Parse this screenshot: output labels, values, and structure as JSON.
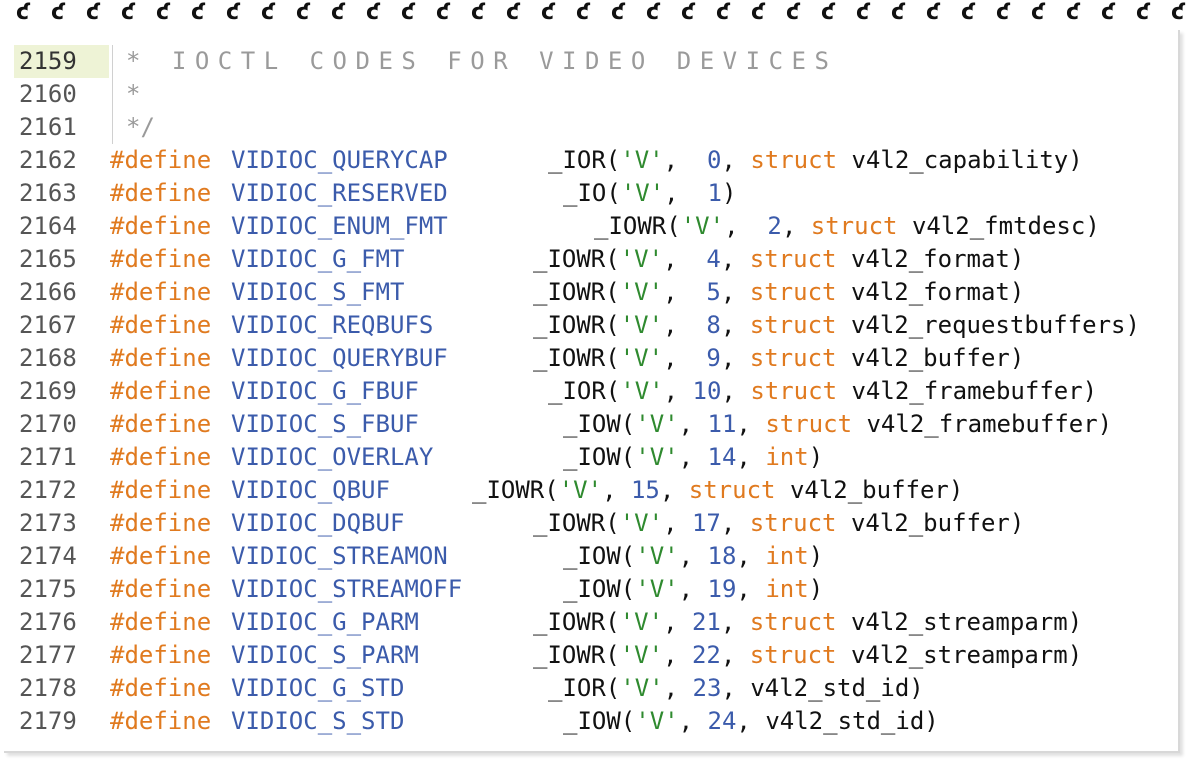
{
  "editor": {
    "active_line": "2159",
    "comment_lines": [
      {
        "ln": "2159",
        "text": "* IOCTL CODES FOR VIDEO DEVICES"
      },
      {
        "ln": "2160",
        "text": "*"
      },
      {
        "ln": "2161",
        "text": "*/"
      }
    ],
    "define_lines": [
      {
        "ln": "2162",
        "kw": "#define",
        "name": "VIDIOC_QUERYCAP",
        "macro": "_IOR",
        "str": "'V'",
        "num": " 0",
        "struct": "struct",
        "type": "v4l2_capability",
        "tail": ")"
      },
      {
        "ln": "2163",
        "kw": "#define",
        "name": "VIDIOC_RESERVED",
        "macro": "_IO",
        "str": "'V'",
        "num": " 1",
        "struct": "",
        "type": "",
        "tail": ")"
      },
      {
        "ln": "2164",
        "kw": "#define",
        "name": "VIDIOC_ENUM_FMT",
        "macro": "_IOWR",
        "str": "'V'",
        "num": " 2",
        "struct": "struct",
        "type": "v4l2_fmtdesc",
        "tail": ")"
      },
      {
        "ln": "2165",
        "kw": "#define",
        "name": "VIDIOC_G_FMT",
        "macro": "_IOWR",
        "str": "'V'",
        "num": " 4",
        "struct": "struct",
        "type": "v4l2_format",
        "tail": ")"
      },
      {
        "ln": "2166",
        "kw": "#define",
        "name": "VIDIOC_S_FMT",
        "macro": "_IOWR",
        "str": "'V'",
        "num": " 5",
        "struct": "struct",
        "type": "v4l2_format",
        "tail": ")"
      },
      {
        "ln": "2167",
        "kw": "#define",
        "name": "VIDIOC_REQBUFS",
        "macro": "_IOWR",
        "str": "'V'",
        "num": " 8",
        "struct": "struct",
        "type": "v4l2_requestbuffers",
        "tail": ")"
      },
      {
        "ln": "2168",
        "kw": "#define",
        "name": "VIDIOC_QUERYBUF",
        "macro": "_IOWR",
        "str": "'V'",
        "num": " 9",
        "struct": "struct",
        "type": "v4l2_buffer",
        "tail": ")"
      },
      {
        "ln": "2169",
        "kw": "#define",
        "name": "VIDIOC_G_FBUF",
        "macro": "_IOR",
        "str": "'V'",
        "num": "10",
        "struct": "struct",
        "type": "v4l2_framebuffer",
        "tail": ")"
      },
      {
        "ln": "2170",
        "kw": "#define",
        "name": "VIDIOC_S_FBUF",
        "macro": "_IOW",
        "str": "'V'",
        "num": "11",
        "struct": "struct",
        "type": "v4l2_framebuffer",
        "tail": ")"
      },
      {
        "ln": "2171",
        "kw": "#define",
        "name": "VIDIOC_OVERLAY",
        "macro": "_IOW",
        "str": "'V'",
        "num": "14",
        "struct": "int",
        "type": "",
        "tail": ")"
      },
      {
        "ln": "2172",
        "kw": "#define",
        "name": "VIDIOC_QBUF",
        "macro": "_IOWR",
        "str": "'V'",
        "num": "15",
        "struct": "struct",
        "type": "v4l2_buffer",
        "tail": ")"
      },
      {
        "ln": "2173",
        "kw": "#define",
        "name": "VIDIOC_DQBUF",
        "macro": "_IOWR",
        "str": "'V'",
        "num": "17",
        "struct": "struct",
        "type": "v4l2_buffer",
        "tail": ")"
      },
      {
        "ln": "2174",
        "kw": "#define",
        "name": "VIDIOC_STREAMON",
        "macro": "_IOW",
        "str": "'V'",
        "num": "18",
        "struct": "int",
        "type": "",
        "tail": ")"
      },
      {
        "ln": "2175",
        "kw": "#define",
        "name": "VIDIOC_STREAMOFF",
        "macro": "_IOW",
        "str": "'V'",
        "num": "19",
        "struct": "int",
        "type": "",
        "tail": ")"
      },
      {
        "ln": "2176",
        "kw": "#define",
        "name": "VIDIOC_G_PARM",
        "macro": "_IOWR",
        "str": "'V'",
        "num": "21",
        "struct": "struct",
        "type": "v4l2_streamparm",
        "tail": ")"
      },
      {
        "ln": "2177",
        "kw": "#define",
        "name": "VIDIOC_S_PARM",
        "macro": "_IOWR",
        "str": "'V'",
        "num": "22",
        "struct": "struct",
        "type": "v4l2_streamparm",
        "tail": ")"
      },
      {
        "ln": "2178",
        "kw": "#define",
        "name": "VIDIOC_G_STD",
        "macro": "_IOR",
        "str": "'V'",
        "num": "23",
        "struct": "",
        "type": "v4l2_std_id",
        "tail": ")"
      },
      {
        "ln": "2179",
        "kw": "#define",
        "name": "VIDIOC_S_STD",
        "macro": "_IOW",
        "str": "'V'",
        "num": "24",
        "struct": "",
        "type": "v4l2_std_id",
        "tail": ")"
      }
    ]
  },
  "colors": {
    "keyword": "#e07a1f",
    "identifier": "#3b5bab",
    "string": "#2f8a2f",
    "comment": "#9a9a9a",
    "active_line_bg": "#eef3d6"
  }
}
